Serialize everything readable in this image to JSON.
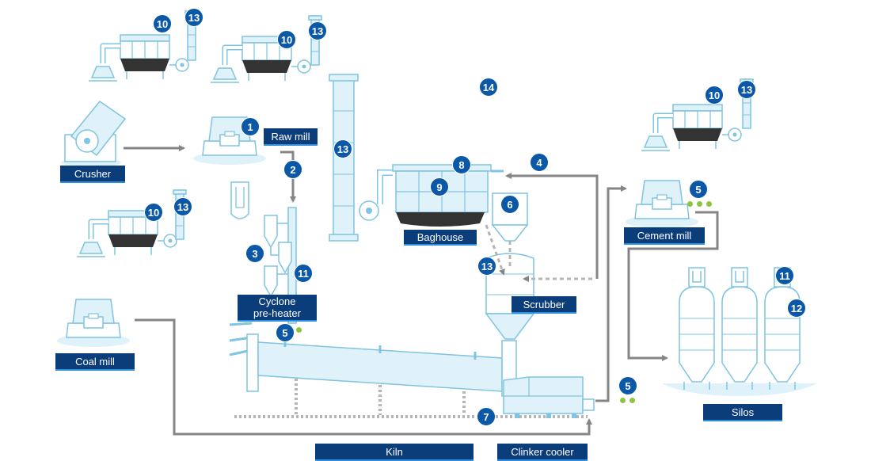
{
  "labels": {
    "crusher": "Crusher",
    "raw_mill": "Raw mill",
    "coal_mill": "Coal mill",
    "cyclone_line1": "Cyclone",
    "cyclone_line2": "pre-heater",
    "baghouse": "Baghouse",
    "scrubber": "Scrubber",
    "cement_mill": "Cement mill",
    "silos": "Silos",
    "kiln": "Kiln",
    "clinker_cooler": "Clinker cooler"
  },
  "badges": {
    "crusher_baghouse": "10",
    "crusher_stack": "13",
    "raw_baghouse": "10",
    "raw_stack": "13",
    "raw_mill": "1",
    "raw_to_cyclone": "2",
    "cyclone": "3",
    "cyclone_stack": "11",
    "kiln_inlet": "5",
    "main_stack": "13",
    "main_baghouse_top": "8",
    "main_baghouse": "9",
    "gas_return": "4",
    "hopper": "6",
    "scrubber": "13",
    "plant_wide": "14",
    "coal_baghouse": "10",
    "coal_stack": "13",
    "cement_baghouse": "10",
    "cement_stack": "13",
    "cement_mill": "5",
    "silo_top": "11",
    "silo_side": "12",
    "cooler": "7",
    "cooler_outlet": "5"
  },
  "colors": {
    "equipment_fill": "#dff1f9",
    "equipment_stroke": "#7fc4e2",
    "filter_bags": "#333333",
    "flow_arrow": "#858585",
    "label_bg": "#0b3d7a",
    "badge_bg": "#0b57a8",
    "indicator_dot": "#8cc63f"
  }
}
